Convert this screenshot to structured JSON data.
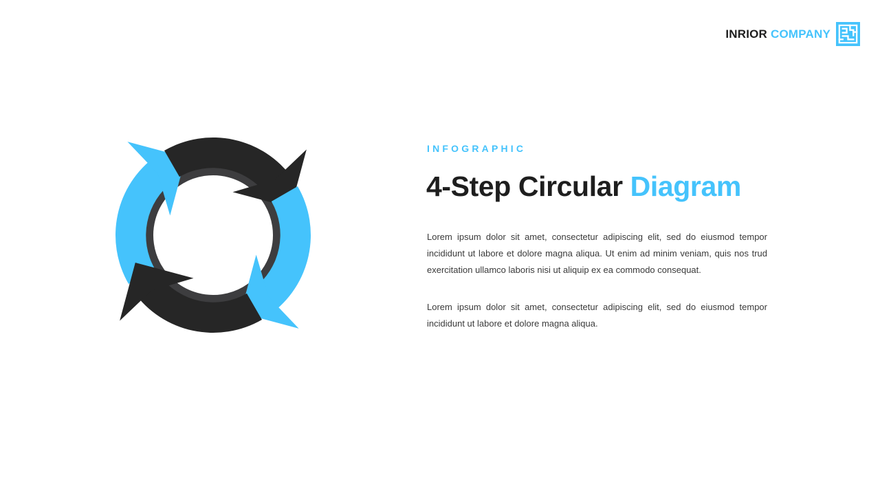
{
  "brand": {
    "name_dark": "INRIOR",
    "name_light": "COMPANY",
    "logo_icon": "maze-logo-icon"
  },
  "content": {
    "eyebrow": "INFOGRAPHIC",
    "title_main": "4-Step Circular ",
    "title_accent": "Diagram",
    "paragraph_1": "Lorem ipsum dolor sit amet, consectetur adipiscing elit, sed do eiusmod tempor incididunt ut labore et dolore magna aliqua. Ut enim ad minim veniam, quis nos trud exercitation ullamco laboris nisi ut aliquip ex ea commodo consequat.",
    "paragraph_2": "Lorem ipsum dolor sit amet, consectetur adipiscing elit, sed do eiusmod tempor incididunt ut labore et dolore magna aliqua."
  },
  "diagram": {
    "steps": 4,
    "segment_colors": [
      "#45c3fc",
      "#262626",
      "#45c3fc",
      "#262626"
    ],
    "inner_ring_color": "#3d3d3f"
  },
  "colors": {
    "accent": "#45c3fc",
    "dark": "#262626",
    "text": "#3a3a3a",
    "background": "#ffffff"
  }
}
